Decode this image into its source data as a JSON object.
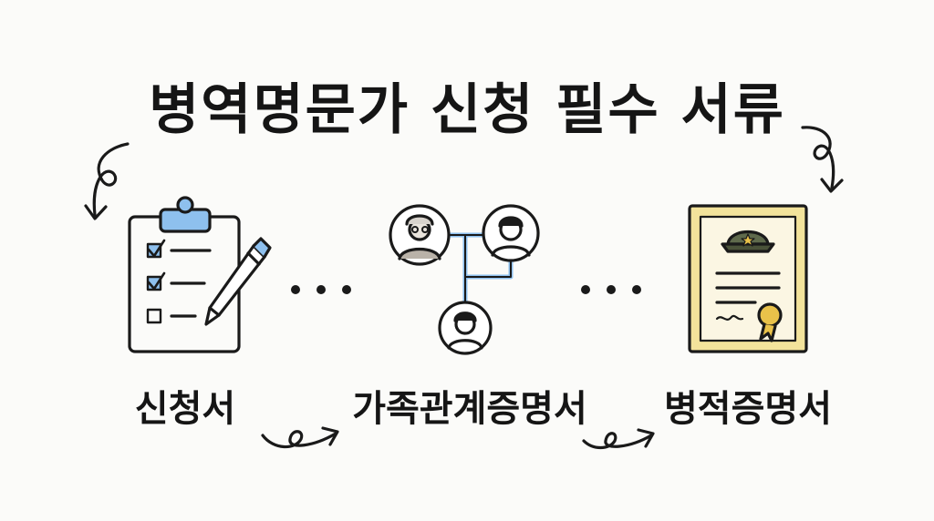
{
  "title": "병역명문가 신청 필수 서류",
  "documents": [
    {
      "label": "신청서",
      "icon": "clipboard-checklist-icon"
    },
    {
      "label": "가족관계증명서",
      "icon": "family-tree-icon"
    },
    {
      "label": "병적증명서",
      "icon": "military-certificate-icon"
    }
  ],
  "colors": {
    "ink": "#1a1a1a",
    "blue_accent": "#8ec0ee",
    "gold_accent": "#f3e39b",
    "cap_green": "#5f6a4c",
    "seal_gold": "#e9c24a"
  }
}
